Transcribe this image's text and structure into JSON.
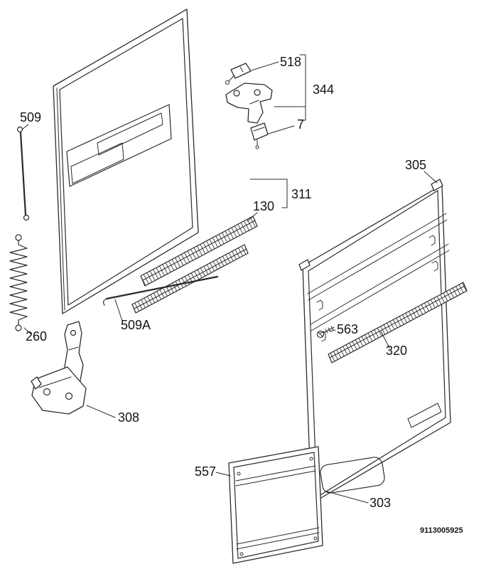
{
  "diagram": {
    "type": "exploded-parts-diagram",
    "code": "9113005925",
    "labels": {
      "p509": "509",
      "p518": "518",
      "p344": "344",
      "p7": "7",
      "p305": "305",
      "p311": "311",
      "p130": "130",
      "p509A": "509A",
      "p260": "260",
      "p563": "563",
      "p320": "320",
      "p308": "308",
      "p557": "557",
      "p303": "303"
    }
  }
}
